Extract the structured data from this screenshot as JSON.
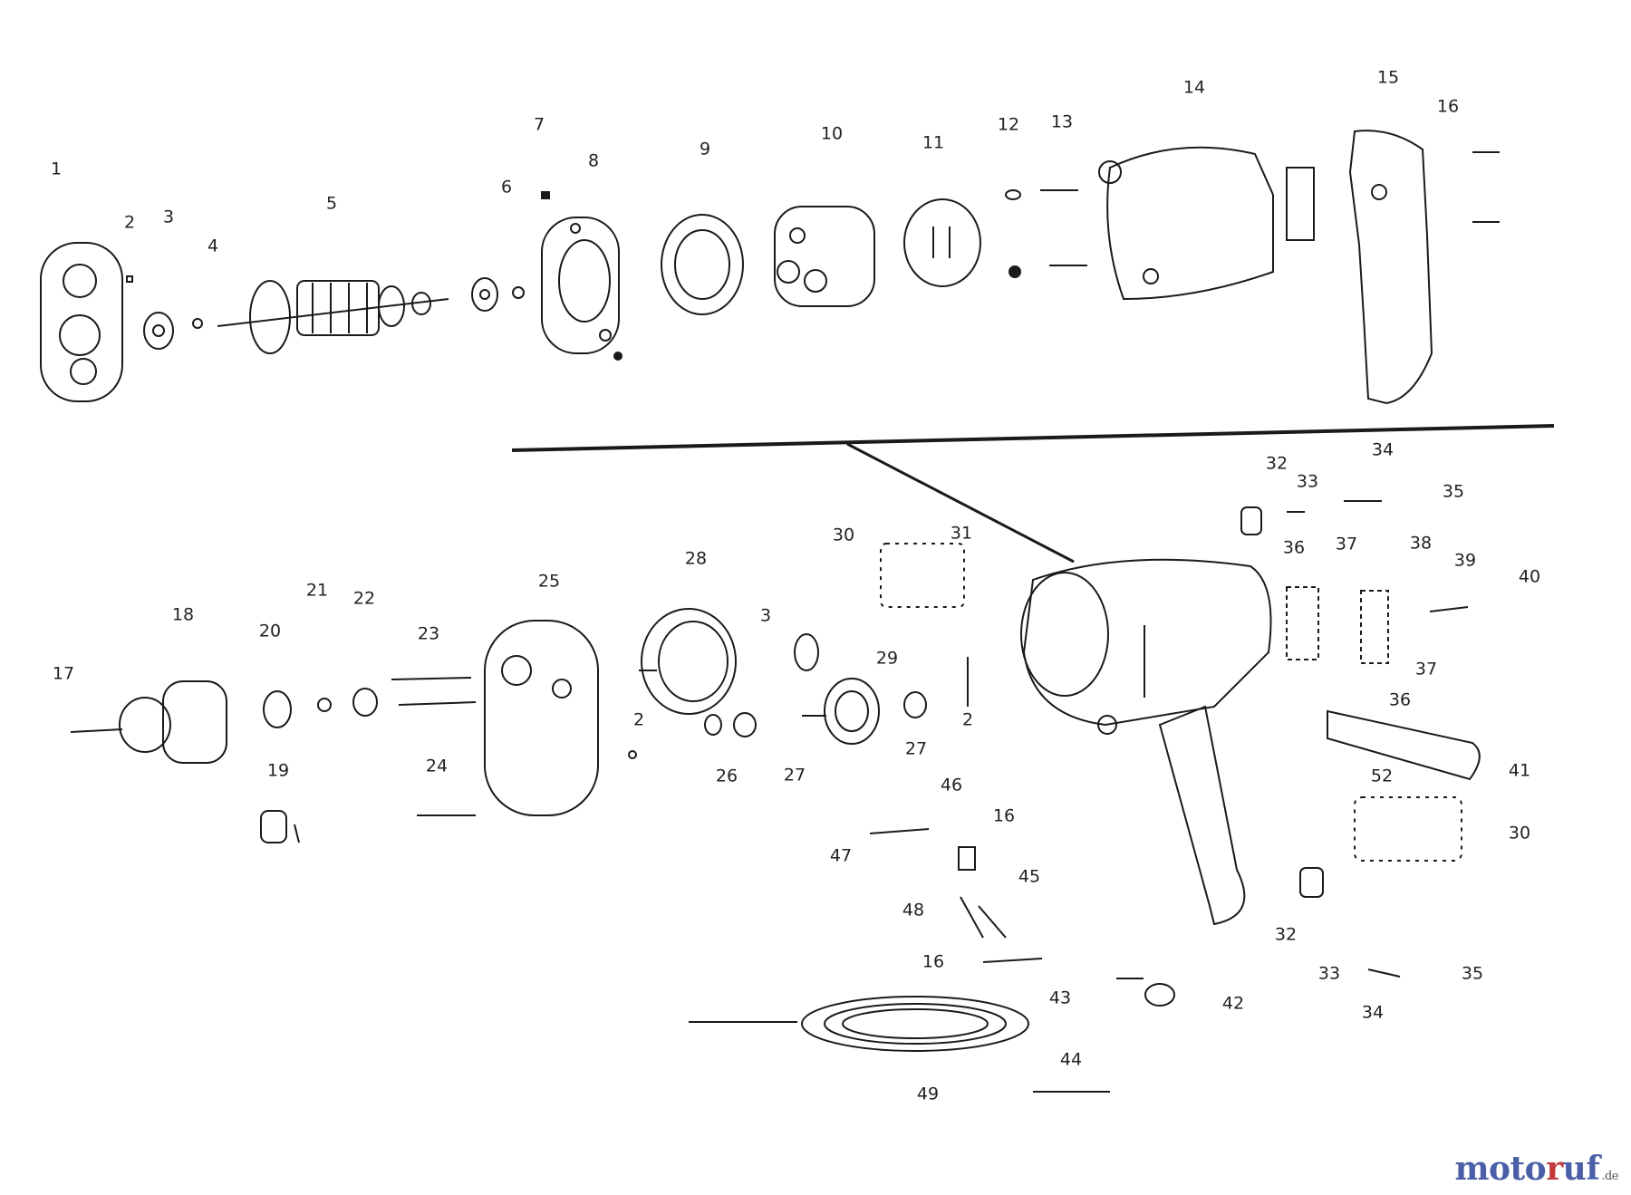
{
  "diagram": {
    "part_labels": [
      "1",
      "2",
      "3",
      "4",
      "5",
      "6",
      "7",
      "8",
      "9",
      "10",
      "11",
      "12",
      "13",
      "14",
      "15",
      "16",
      "17",
      "18",
      "19",
      "20",
      "21",
      "22",
      "23",
      "24",
      "25",
      "26",
      "27",
      "28",
      "29",
      "30",
      "31",
      "32",
      "33",
      "34",
      "35",
      "36",
      "37",
      "38",
      "39",
      "40",
      "41",
      "42",
      "43",
      "44",
      "45",
      "46",
      "47",
      "48",
      "49",
      "52"
    ]
  },
  "watermark": {
    "part1": "moto",
    "part2": "r",
    "part3": "uf",
    "tld": ".de"
  }
}
